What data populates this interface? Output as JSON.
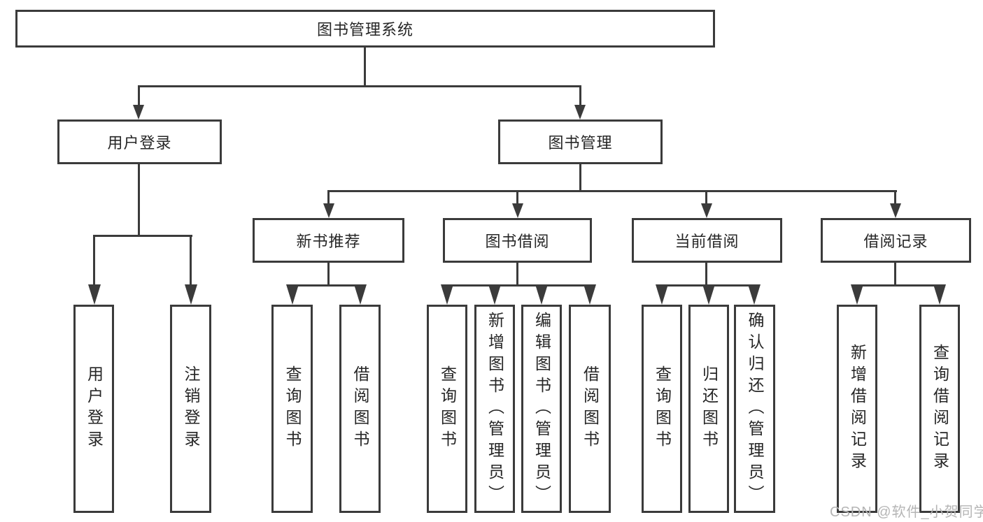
{
  "title": {
    "label": "图书管理系统"
  },
  "branches": {
    "user_login": {
      "label": "用户登录",
      "children": [
        {
          "label": "用户登录"
        },
        {
          "label": "注销登录"
        }
      ]
    },
    "book_mgmt": {
      "label": "图书管理",
      "sections": [
        {
          "label": "新书推荐",
          "children": [
            {
              "label": "查询图书"
            },
            {
              "label": "借阅图书"
            }
          ]
        },
        {
          "label": "图书借阅",
          "children": [
            {
              "label": "查询图书"
            },
            {
              "label": "新增图书（管理员）"
            },
            {
              "label": "编辑图书（管理员）"
            },
            {
              "label": "借阅图书"
            }
          ]
        },
        {
          "label": "当前借阅",
          "children": [
            {
              "label": "查询图书"
            },
            {
              "label": "归还图书"
            },
            {
              "label": "确认归还（管理员）"
            }
          ]
        },
        {
          "label": "借阅记录",
          "children": [
            {
              "label": "新增借阅记录"
            },
            {
              "label": "查询借阅记录"
            }
          ]
        }
      ]
    }
  },
  "watermark": {
    "text": "CSDN @软件_小贺同学"
  },
  "colors": {
    "line": "#3b3b3b",
    "text": "#262626",
    "background": "#ffffff",
    "watermark": "#b5b5b5"
  }
}
